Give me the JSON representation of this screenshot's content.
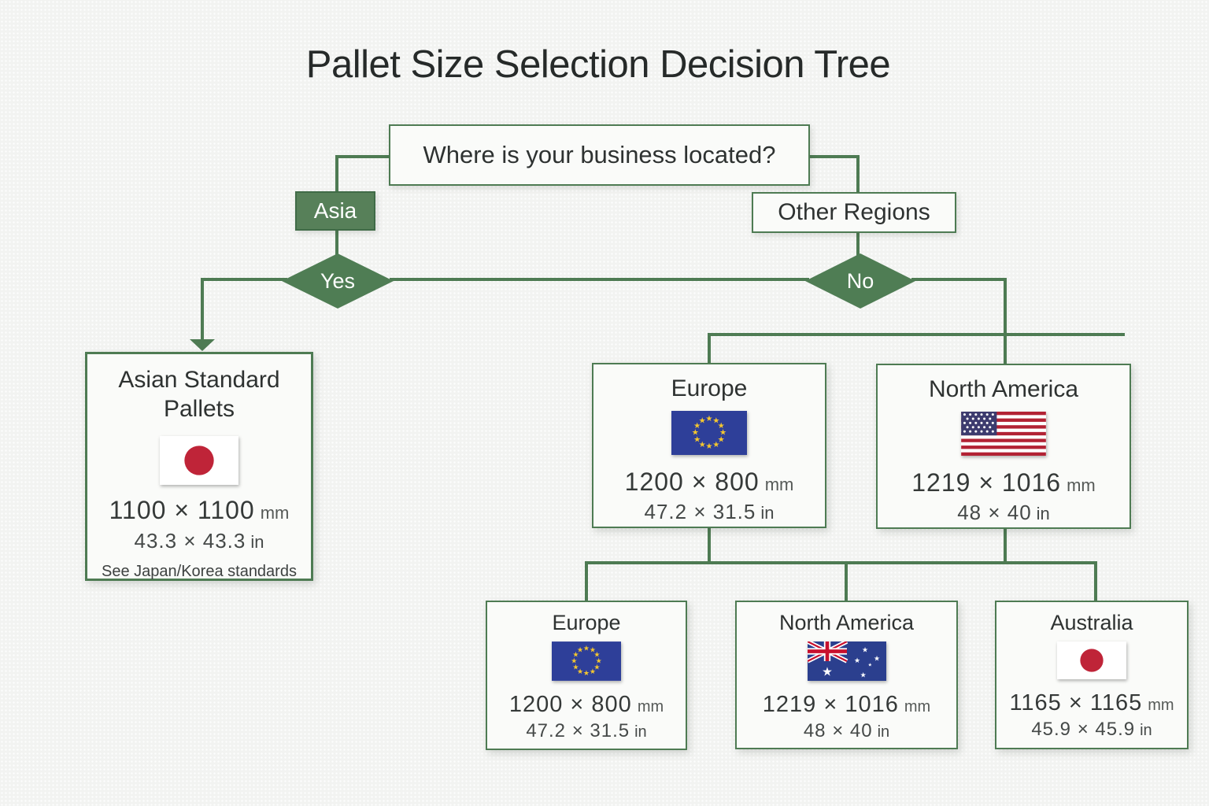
{
  "title": "Pallet Size Selection Decision Tree",
  "question": "Where is your business located?",
  "branch": {
    "asia": "Asia",
    "other": "Other Regions",
    "yes": "Yes",
    "no": "No"
  },
  "cards": {
    "asian": {
      "title1": "Asian Standard",
      "title2": "Pallets",
      "flag": "japan-flag",
      "dim_mm": "1100 × 1100",
      "unit_mm": "mm",
      "dim_in": "43.3 × 43.3",
      "unit_in": "in",
      "note": "See Japan/Korea standards"
    },
    "europe_top": {
      "title": "Europe",
      "flag": "eu-flag",
      "dim_mm": "1200 × 800",
      "unit_mm": "mm",
      "dim_in": "47.2 × 31.5",
      "unit_in": "in"
    },
    "na_top": {
      "title": "North America",
      "flag": "usa-flag",
      "dim_mm": "1219 × 1016",
      "unit_mm": "mm",
      "dim_in": "48 × 40",
      "unit_in": "in"
    },
    "europe_bottom": {
      "title": "Europe",
      "flag": "eu-flag",
      "dim_mm": "1200 × 800",
      "unit_mm": "mm",
      "dim_in": "47.2 × 31.5",
      "unit_in": "in"
    },
    "na_bottom": {
      "title": "North America",
      "flag": "australia-flag",
      "dim_mm": "1219 × 1016",
      "unit_mm": "mm",
      "dim_in": "48 × 40",
      "unit_in": "in"
    },
    "australia_bottom": {
      "title": "Australia",
      "flag": "japan-flag",
      "dim_mm": "1165 × 1165",
      "unit_mm": "mm",
      "dim_in": "45.9 × 45.9",
      "unit_in": "in"
    }
  },
  "colors": {
    "connector_green": "#4e7b53",
    "asia_box_green": "#578059",
    "diamond_green": "#4f7d54",
    "background": "#f2f3f1",
    "card_fill": "#fafbf9",
    "japan_red": "#bf2438",
    "eu_blue": "#2e3f99",
    "eu_star_yellow": "#f5c72e",
    "us_canton_blue": "#3c3b6e",
    "us_stripe_red": "#b22234",
    "australia_blue": "#2b3f8e"
  }
}
